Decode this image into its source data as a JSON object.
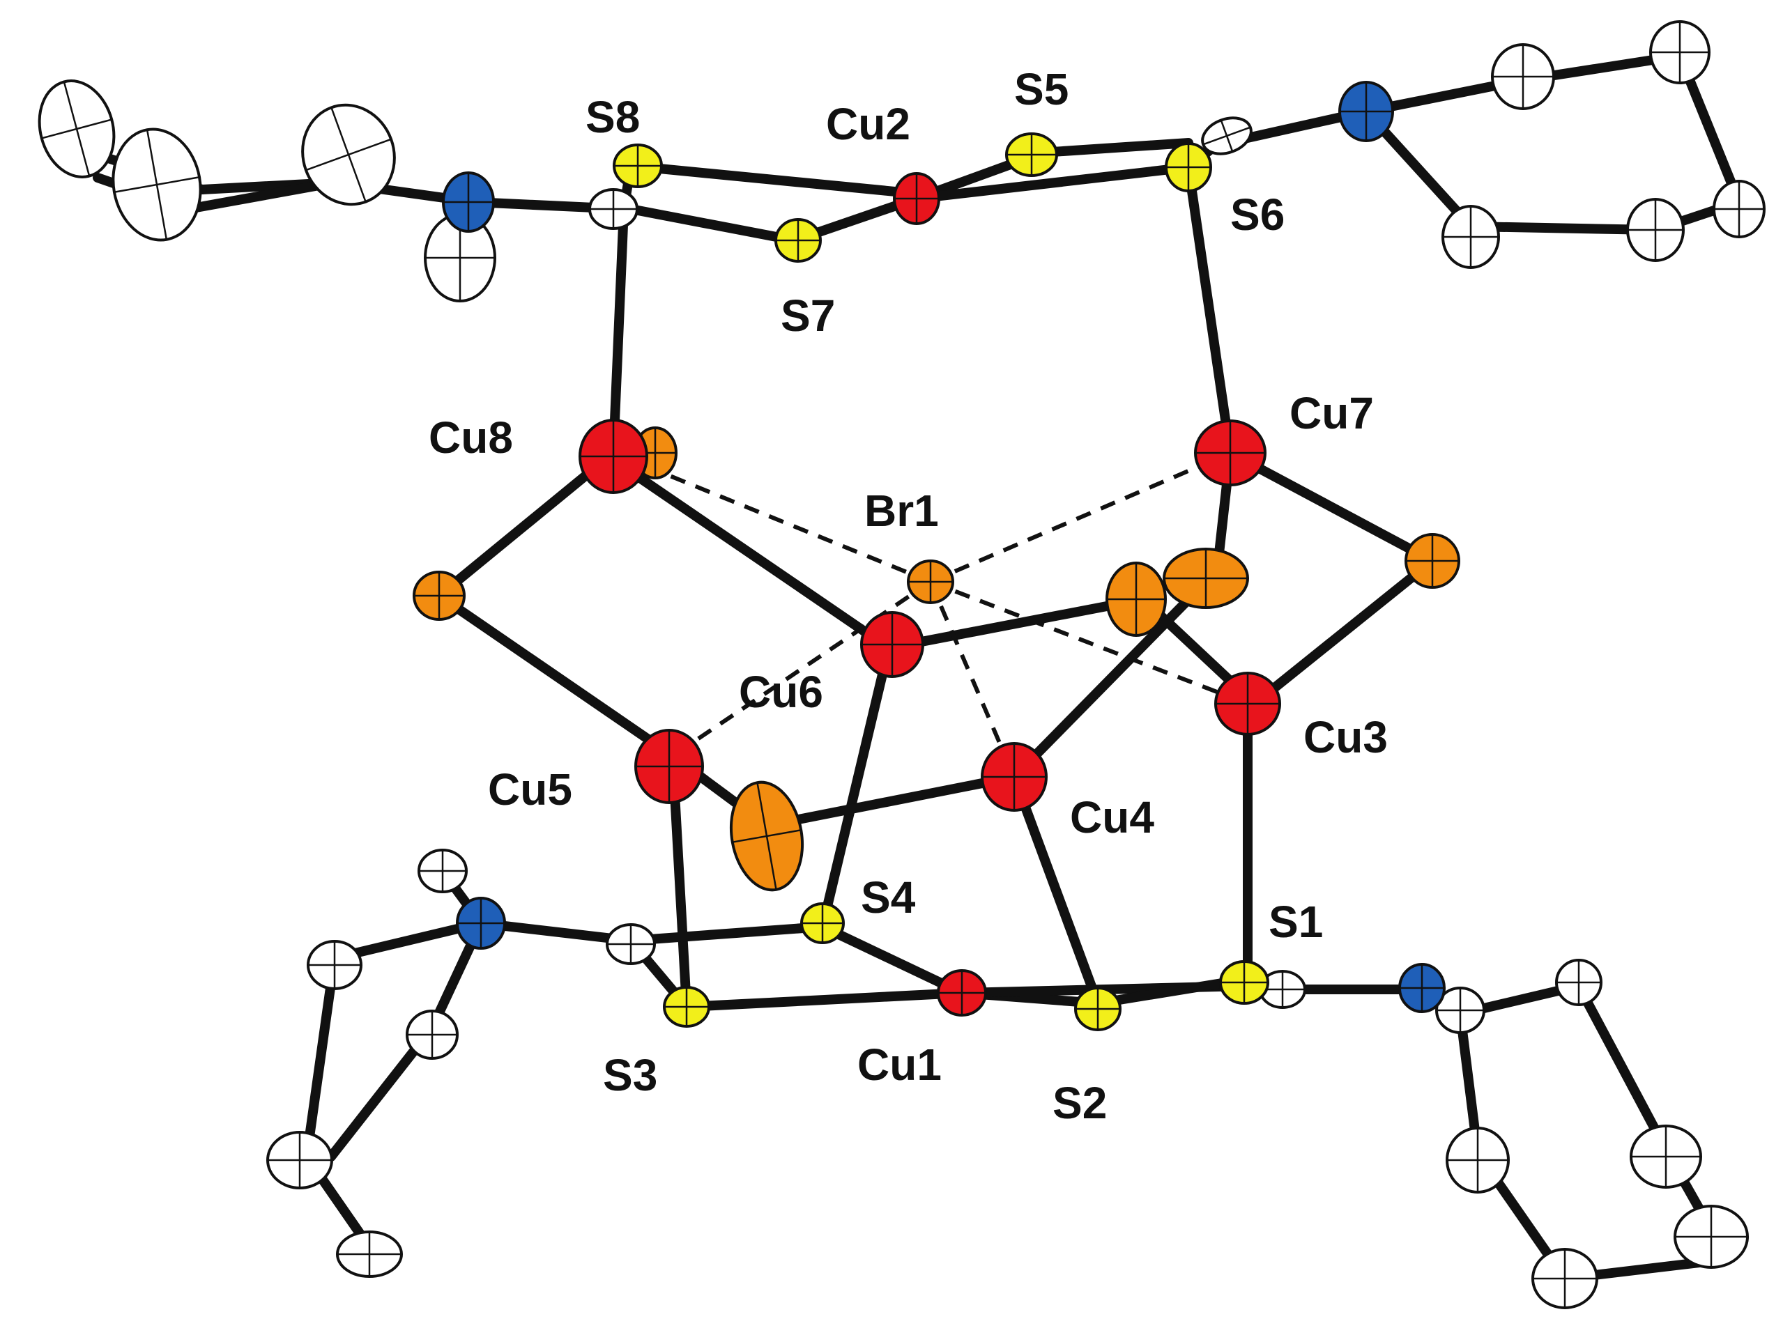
{
  "colors": {
    "copper": "#e8141c",
    "sulfur": "#f2ef1a",
    "bromine": "#f28c10",
    "nitrogen": "#1f5fb8",
    "carbon": "#ffffff",
    "bond": "#111111"
  },
  "labels": {
    "S8": "S8",
    "Cu2": "Cu2",
    "S5": "S5",
    "S6": "S6",
    "S7": "S7",
    "Cu8": "Cu8",
    "Cu7": "Cu7",
    "Br1": "Br1",
    "Cu6": "Cu6",
    "Cu3": "Cu3",
    "Cu5": "Cu5",
    "Cu4": "Cu4",
    "S4": "S4",
    "S1": "S1",
    "S3": "S3",
    "Cu1": "Cu1",
    "S2": "S2"
  }
}
